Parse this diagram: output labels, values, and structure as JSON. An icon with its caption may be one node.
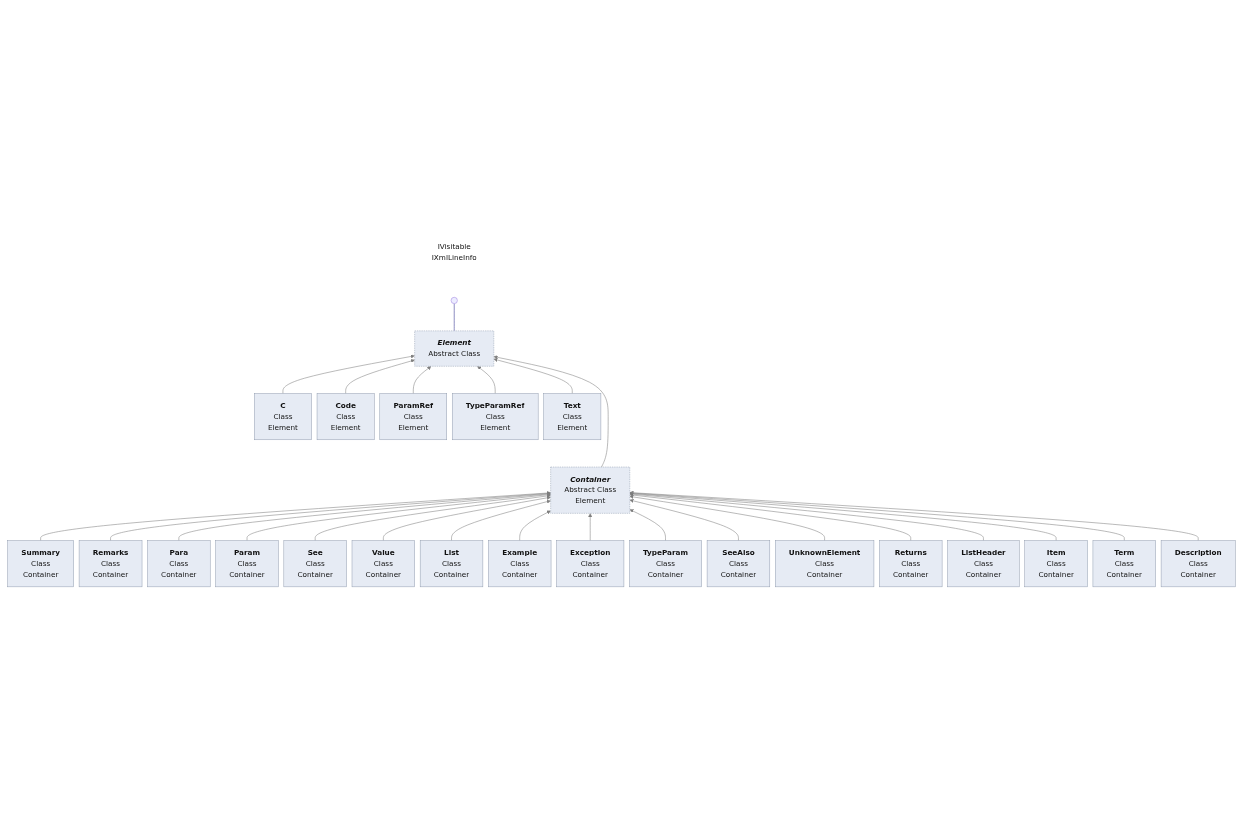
{
  "diagram": {
    "nodes": [
      {
        "text": [],
        "shape": "circle",
        "beside": [
          "IVisitable",
          "IXmlLineInfo"
        ]
      },
      {
        "text": [
          "Element",
          "Abstract Class"
        ]
      },
      {
        "text": [
          "C",
          "Class",
          "Element"
        ]
      },
      {
        "text": [
          "Code",
          "Class",
          "Element"
        ]
      },
      {
        "text": [
          "ParamRef",
          "Class",
          "Element"
        ]
      },
      {
        "text": [
          "TypeParamRef",
          "Class",
          "Element"
        ]
      },
      {
        "text": [
          "Text",
          "Class",
          "Element"
        ]
      },
      {
        "text": [
          "Container",
          "Abstract Class",
          "Element"
        ]
      },
      {
        "text": [
          "Summary",
          "Class",
          "Container"
        ]
      },
      {
        "text": [
          "Remarks",
          "Class",
          "Container"
        ]
      },
      {
        "text": [
          "Para",
          "Class",
          "Container"
        ]
      },
      {
        "text": [
          "Param",
          "Class",
          "Container"
        ]
      },
      {
        "text": [
          "See",
          "Class",
          "Container"
        ]
      },
      {
        "text": [
          "Value",
          "Class",
          "Container"
        ]
      },
      {
        "text": [
          "List",
          "Class",
          "Container"
        ]
      },
      {
        "text": [
          "Example",
          "Class",
          "Container"
        ]
      },
      {
        "text": [
          "Exception",
          "Class",
          "Container"
        ]
      },
      {
        "text": [
          "TypeParam",
          "Class",
          "Container"
        ]
      },
      {
        "text": [
          "SeeAlso",
          "Class",
          "Container"
        ]
      },
      {
        "text": [
          "UnknownElement",
          "Class",
          "Container"
        ]
      },
      {
        "text": [
          "Returns",
          "Class",
          "Container"
        ]
      },
      {
        "text": [
          "ListHeader",
          "Class",
          "Container"
        ]
      },
      {
        "text": [
          "Item",
          "Class",
          "Container"
        ]
      },
      {
        "text": [
          "Term",
          "Class",
          "Container"
        ]
      },
      {
        "text": [
          "Description",
          "Class",
          "Container"
        ]
      }
    ],
    "edges": [
      {
        "from": 1,
        "to": 0,
        "arrow": "none",
        "color": "#2b2b8c"
      },
      {
        "from": 2,
        "to": 1,
        "arrow": "to"
      },
      {
        "from": 3,
        "to": 1,
        "arrow": "to"
      },
      {
        "from": 4,
        "to": 1,
        "arrow": "to"
      },
      {
        "from": 5,
        "to": 1,
        "arrow": "to"
      },
      {
        "from": 6,
        "to": 1,
        "arrow": "to"
      },
      {
        "from": 7,
        "to": 1,
        "arrow": "to"
      },
      {
        "from": 8,
        "to": 7,
        "arrow": "to"
      },
      {
        "from": 9,
        "to": 7,
        "arrow": "to"
      },
      {
        "from": 10,
        "to": 7,
        "arrow": "to"
      },
      {
        "from": 11,
        "to": 7,
        "arrow": "to"
      },
      {
        "from": 12,
        "to": 7,
        "arrow": "to"
      },
      {
        "from": 13,
        "to": 7,
        "arrow": "to"
      },
      {
        "from": 14,
        "to": 7,
        "arrow": "to"
      },
      {
        "from": 15,
        "to": 7,
        "arrow": "to"
      },
      {
        "from": 16,
        "to": 7,
        "arrow": "to"
      },
      {
        "from": 17,
        "to": 7,
        "arrow": "to"
      },
      {
        "from": 18,
        "to": 7,
        "arrow": "to"
      },
      {
        "from": 19,
        "to": 7,
        "arrow": "to"
      },
      {
        "from": 20,
        "to": 7,
        "arrow": "to"
      },
      {
        "from": 21,
        "to": 7,
        "arrow": "to"
      },
      {
        "from": 22,
        "to": 7,
        "arrow": "to"
      },
      {
        "from": 23,
        "to": 7,
        "arrow": "to"
      },
      {
        "from": 24,
        "to": 7,
        "arrow": "to"
      }
    ]
  }
}
